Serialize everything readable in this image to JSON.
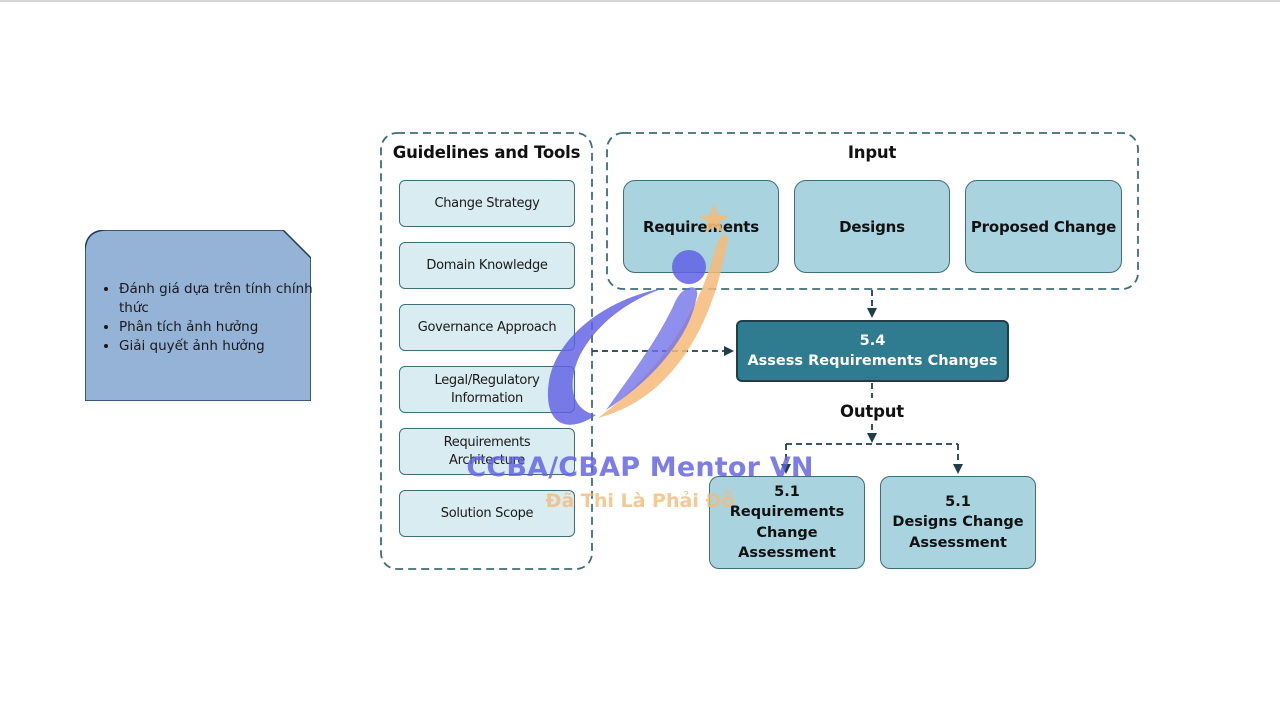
{
  "note": {
    "bullets": [
      "Đánh giá dựa trên tính chính thức",
      "Phân tích ảnh hưởng",
      "Giải quyết ảnh hưởng"
    ]
  },
  "diagram": {
    "guidelines_heading": "Guidelines and Tools",
    "tools": [
      "Change Strategy",
      "Domain Knowledge",
      "Governance Approach",
      "Legal/Regulatory Information",
      "Requirements Architecture",
      "Solution Scope"
    ],
    "input_heading": "Input",
    "inputs": [
      "Requirements",
      "Designs",
      "Proposed Change"
    ],
    "task": {
      "number": "5.4",
      "title": "Assess Requirements Changes"
    },
    "output_heading": "Output",
    "outputs": [
      {
        "number": "5.1",
        "title": [
          "Requirements",
          "Change",
          "Assessment"
        ]
      },
      {
        "number": "5.1",
        "title": [
          "Designs Change",
          "Assessment"
        ]
      }
    ],
    "colors": {
      "input_box": "#a9d3df",
      "tool_box": "#d9ecf2",
      "task_box": "#2f7b8f",
      "note_card": "#95b3d7",
      "border": "#3f6d7a"
    }
  },
  "watermark": {
    "title": "CCBA/CBAP Mentor VN",
    "subtitle": "Đã Thi Là Phải Đỗ"
  }
}
